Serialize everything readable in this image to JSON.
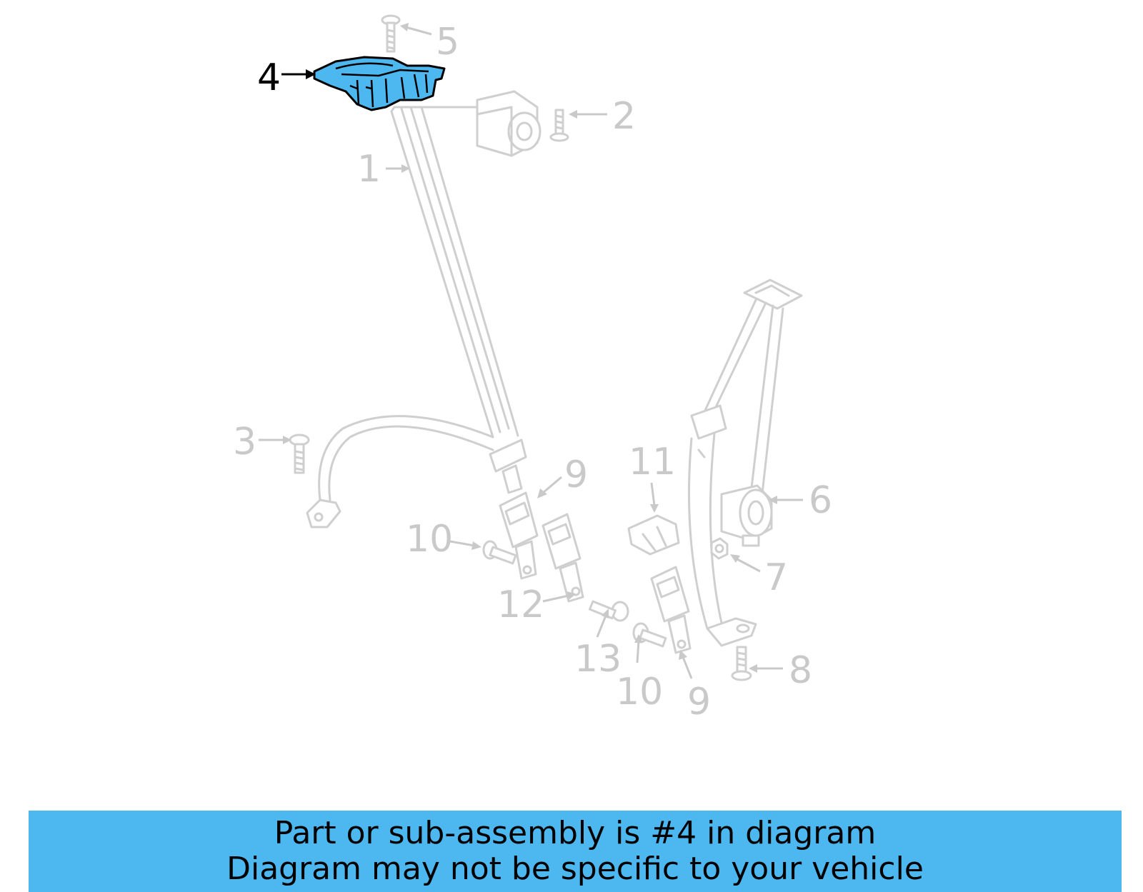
{
  "diagram": {
    "callouts": [
      {
        "id": "c1",
        "label": "1"
      },
      {
        "id": "c2",
        "label": "2"
      },
      {
        "id": "c3",
        "label": "3"
      },
      {
        "id": "c4",
        "label": "4",
        "highlighted": true
      },
      {
        "id": "c5",
        "label": "5"
      },
      {
        "id": "c6",
        "label": "6"
      },
      {
        "id": "c7",
        "label": "7"
      },
      {
        "id": "c8",
        "label": "8"
      },
      {
        "id": "c9a",
        "label": "9"
      },
      {
        "id": "c9b",
        "label": "9"
      },
      {
        "id": "c10a",
        "label": "10"
      },
      {
        "id": "c10b",
        "label": "10"
      },
      {
        "id": "c11",
        "label": "11"
      },
      {
        "id": "c12",
        "label": "12"
      },
      {
        "id": "c13",
        "label": "13"
      }
    ],
    "colors": {
      "highlight_fill": "#4db8f0",
      "muted_line": "#cfcfcf",
      "muted_text": "#c9c9c9"
    }
  },
  "banner": {
    "line1": "Part or sub-assembly is #4 in diagram",
    "line2": "Diagram may not be specific to your vehicle"
  }
}
